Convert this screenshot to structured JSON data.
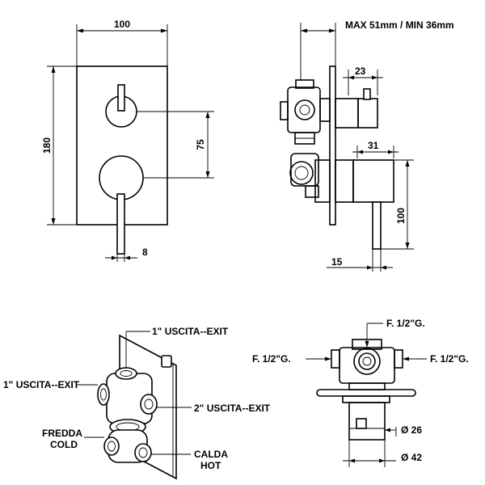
{
  "front_view": {
    "width_dim": "100",
    "height_dim": "180",
    "spacing_dim": "75",
    "handle_dim": "8"
  },
  "side_view": {
    "depth_dim": "MAX 51mm / MIN 36mm",
    "knob_dim": "23",
    "handle_offset_dim": "31",
    "handle_length_dim": "100",
    "plate_dim": "15"
  },
  "iso_view": {
    "exit_top": "1\" USCITA--EXIT",
    "exit_left": "1\" USCITA--EXIT",
    "exit_right": "2\" USCITA--EXIT",
    "cold": [
      "FREDDA",
      "COLD"
    ],
    "hot": [
      "CALDA",
      "HOT"
    ]
  },
  "body_view": {
    "top_port": "F. 1/2\"G.",
    "left_port": "F. 1/2\"G.",
    "right_port": "F. 1/2\"G.",
    "inner_dia": "Ø 26",
    "outer_dia": "Ø 42"
  }
}
